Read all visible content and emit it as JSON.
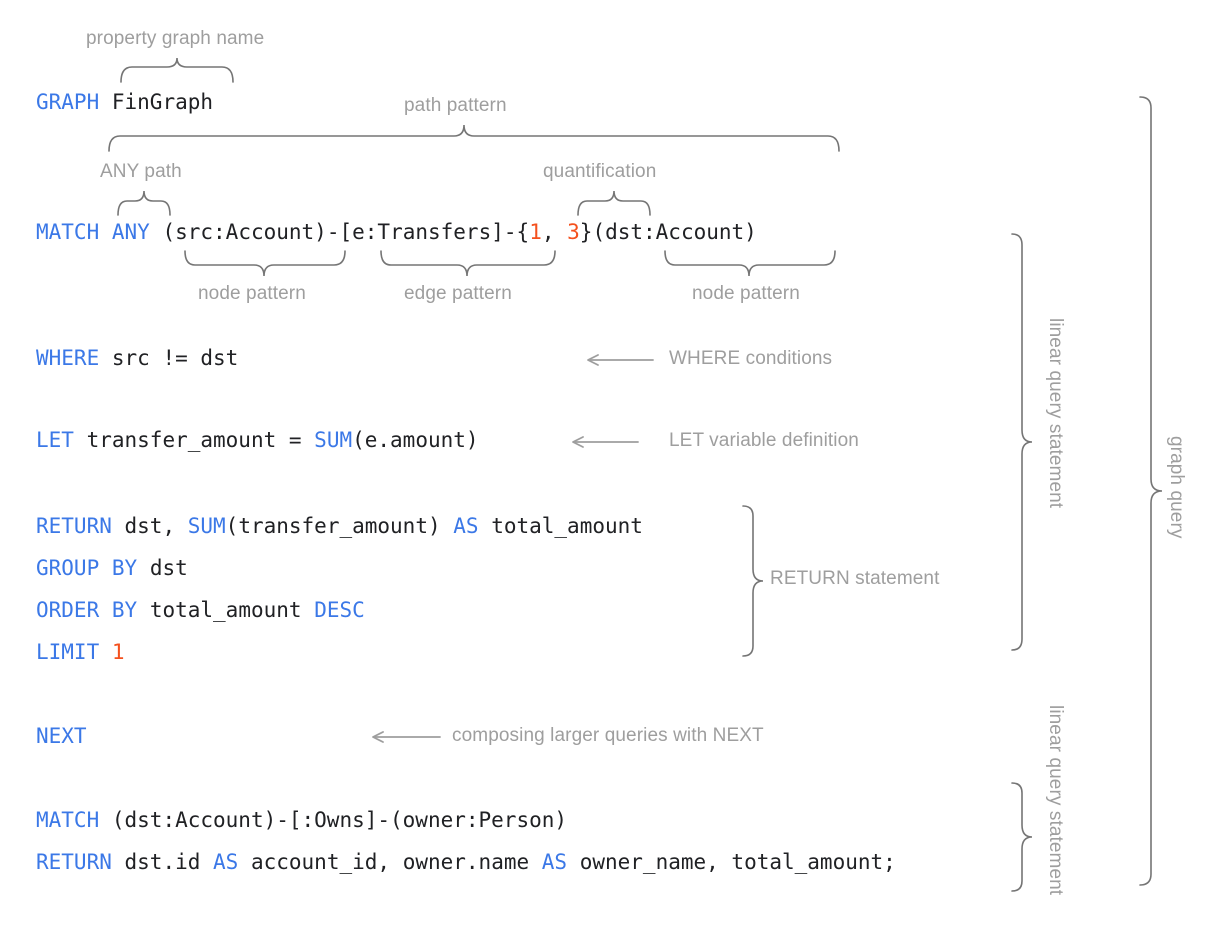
{
  "diagram": {
    "title": "GQL graph query anatomy",
    "colors": {
      "keyword": "#3b78e7",
      "number": "#f4511e",
      "text": "#202124",
      "annotation": "#9e9e9e",
      "brace": "#757575",
      "background": "#ffffff"
    }
  },
  "code": {
    "line_graph": {
      "keyword": "GRAPH",
      "name": "FinGraph"
    },
    "line_match": {
      "keyword": "MATCH",
      "any": "ANY",
      "node_src": "(src:Account)",
      "dash1": "-",
      "edge": "[e:Transfers]",
      "dash2": "-",
      "brace_open": "{",
      "q_low": "1",
      "q_sep": ", ",
      "q_high": "3",
      "brace_close": "}",
      "node_dst": "(dst:Account)"
    },
    "line_where": {
      "keyword": "WHERE",
      "expr": "src != dst"
    },
    "line_let": {
      "keyword": "LET",
      "var": "transfer_amount = ",
      "fn": "SUM",
      "args": "(e.amount)"
    },
    "line_return": {
      "keyword": "RETURN",
      "part1": "dst, ",
      "fn": "SUM",
      "args": "(transfer_amount) ",
      "as": "AS",
      "alias": " total_amount"
    },
    "line_group": {
      "keyword": "GROUP BY",
      "expr": "dst"
    },
    "line_order": {
      "keyword": "ORDER BY",
      "expr": "total_amount ",
      "desc": "DESC"
    },
    "line_limit": {
      "keyword": "LIMIT",
      "value": "1"
    },
    "line_next": {
      "keyword": "NEXT"
    },
    "line_match2": {
      "keyword": "MATCH",
      "pattern": "(dst:Account)-[:Owns]-(owner:Person)"
    },
    "line_return2": {
      "keyword": "RETURN",
      "part1": "dst.id ",
      "as1": "AS",
      "part2": " account_id, owner.name ",
      "as2": "AS",
      "part3": " owner_name, total_amount;"
    }
  },
  "annotations": {
    "property_graph_name": "property graph name",
    "path_pattern": "path pattern",
    "any_path": "ANY path",
    "quantification": "quantification",
    "node_pattern_left": "node pattern",
    "edge_pattern": "edge pattern",
    "node_pattern_right": "node pattern",
    "where_conditions": "WHERE conditions",
    "let_variable_definition": "LET variable definition",
    "return_statement": "RETURN statement",
    "composing_next": "composing larger queries with NEXT",
    "linear_query_statement_1": "linear query statement",
    "linear_query_statement_2": "linear query statement",
    "graph_query": "graph query"
  }
}
